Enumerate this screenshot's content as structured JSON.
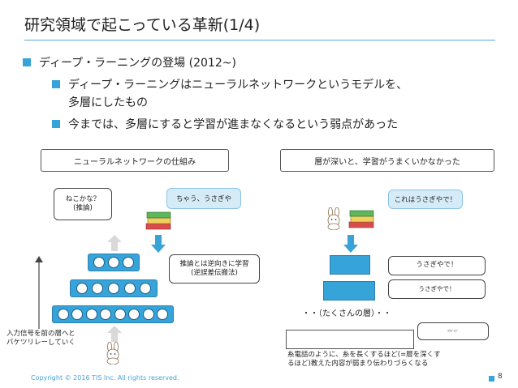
{
  "slide": {
    "title": "研究領域で起こっている革新(1/4)",
    "bullets": [
      "ディープ・ラーニングの登場 (2012~)",
      "ディープ・ラーニングはニューラルネットワークというモデルを、",
      "多層にしたもの",
      "今までは、多層にすると学習が進まなくなるという弱点があった"
    ]
  },
  "left_panel": {
    "header": "ニューラルネットワークの仕組み",
    "bubble_guess": "ねこかな？\n(推論)",
    "bubble_correct": "ちゃう、うさぎや",
    "bubble_backprop": "推論とは逆向きに学習\n(逆誤差伝搬法)",
    "input_note": "入力信号を前の層へと\nバケツリレーしていく"
  },
  "right_panel": {
    "header": "層が深いと、学習がうまくいかなかった",
    "bubble_top": "これはうさぎやで！",
    "bubble_mid1": "うさぎやで！",
    "bubble_mid2": "うさぎやで！",
    "middle_label": "・・（たくさんの層）・・",
    "bubble_tiny": "ｳｻｷﾞﾔﾃﾞ",
    "note": "糸電話のように、糸を長くするほど(=層を深くす\nるほど)教えた内容が弱まり伝わりづらくなる"
  },
  "footer": {
    "copyright": "Copyright © 2016 TIS Inc. All rights reserved.",
    "page": "8"
  },
  "colors": {
    "accent": "#36a3d9",
    "header_box_border": "#555555",
    "gray_arrow": "#d9d9d9"
  },
  "icons": [
    "rabbit-icon",
    "book-stack-icon",
    "bullet-square-icon",
    "up-arrow-icon",
    "down-arrow-icon"
  ]
}
